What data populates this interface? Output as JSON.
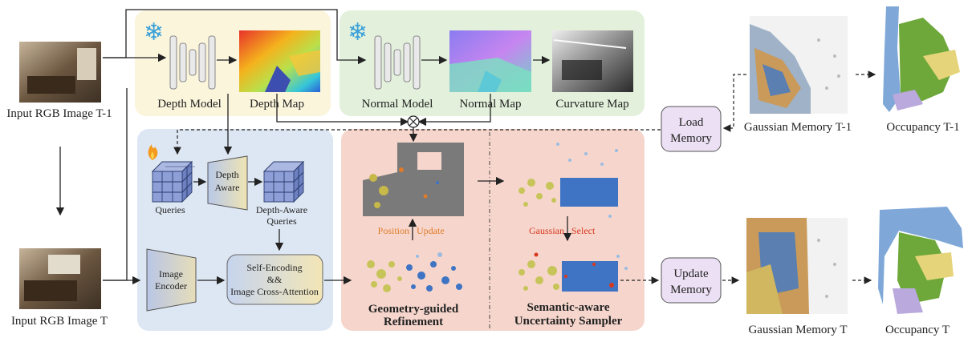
{
  "labels": {
    "input_prev": "Input RGB Image T-1",
    "input_cur": "Input RGB Image T",
    "depth_model": "Depth Model",
    "depth_map": "Depth Map",
    "normal_model": "Normal Model",
    "normal_map": "Normal Map",
    "curvature_map": "Curvature Map",
    "queries": "Queries",
    "depth_aware_l1": "Depth",
    "depth_aware_l2": "Aware",
    "daq_l1": "Depth-Aware",
    "daq_l2": "Queries",
    "image_encoder_l1": "Image",
    "image_encoder_l2": "Encoder",
    "self_enc_l1": "Self-Encoding",
    "self_enc_l2": "&&",
    "self_enc_l3": "Image Cross-Attention",
    "position": "Position",
    "update": "Update",
    "gaussian": "Gaussian",
    "select": "Select",
    "geo_l1": "Geometry-guided",
    "geo_l2": "Refinement",
    "sem_l1": "Semantic-aware",
    "sem_l2": "Uncertainty Sampler",
    "load_l1": "Load",
    "load_l2": "Memory",
    "upd_l1": "Update",
    "upd_l2": "Memory",
    "gm_prev": "Gaussian Memory T-1",
    "occ_prev": "Occupancy T-1",
    "gm_cur": "Gaussian Memory T",
    "occ_cur": "Occupancy T",
    "otimes": "⊗"
  },
  "colors": {
    "depth_panel": "#fbf5dc",
    "normal_panel": "#e3f1dc",
    "query_panel": "#dde7f3",
    "refine_panel": "#f6d6cc",
    "memory_box": "#ece0f4",
    "accent_orange": "#e07b2a",
    "accent_red": "#d9381e"
  },
  "icons": [
    "snowflake-icon",
    "snowflake-icon",
    "flame-icon",
    "otimes-icon"
  ]
}
